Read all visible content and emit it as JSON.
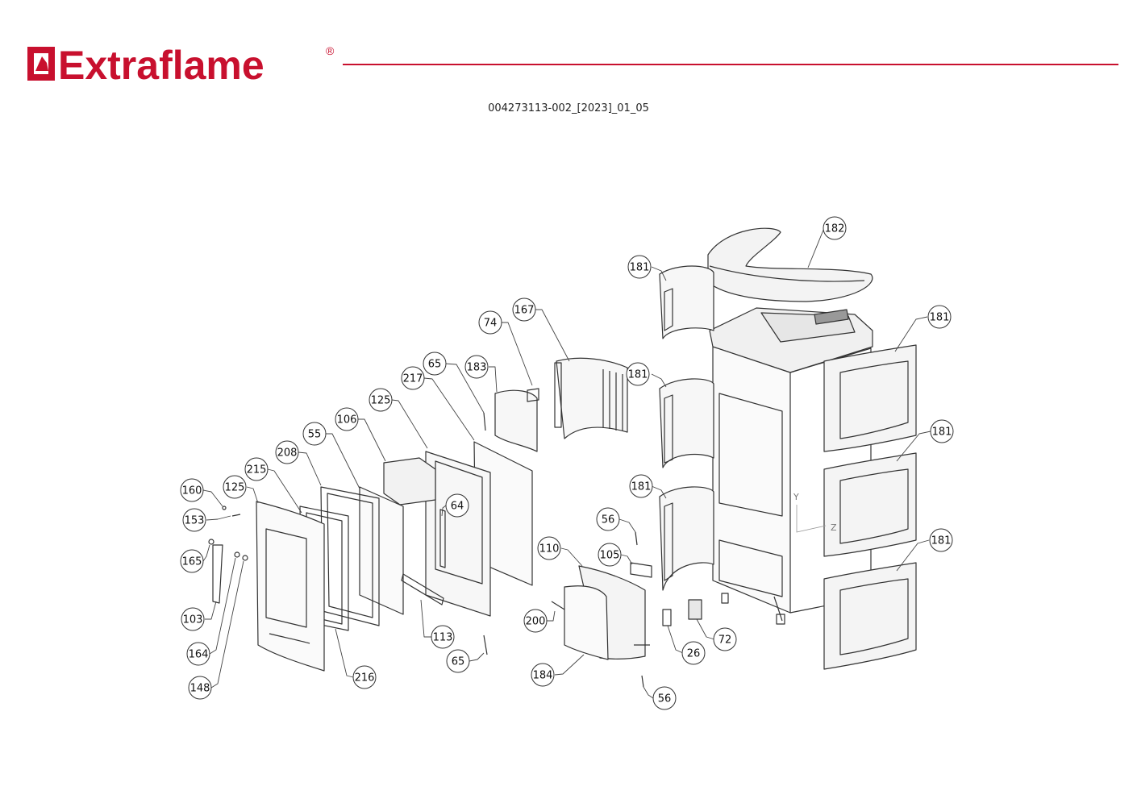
{
  "brand": {
    "name": "Extraflame",
    "registered": "®",
    "color": "#c8102e",
    "icon": "extraflame-square-flame-icon"
  },
  "document_code": "004273113-002_[2023]_01_05",
  "axis_labels": [
    "Y",
    "Z"
  ],
  "callouts": [
    {
      "id": "c182",
      "label": "182"
    },
    {
      "id": "c181a",
      "label": "181"
    },
    {
      "id": "c181b",
      "label": "181"
    },
    {
      "id": "c181c",
      "label": "181"
    },
    {
      "id": "c181d",
      "label": "181"
    },
    {
      "id": "c181e",
      "label": "181"
    },
    {
      "id": "c181f",
      "label": "181"
    },
    {
      "id": "c167",
      "label": "167"
    },
    {
      "id": "c74",
      "label": "74"
    },
    {
      "id": "c65a",
      "label": "65"
    },
    {
      "id": "c183",
      "label": "183"
    },
    {
      "id": "c217",
      "label": "217"
    },
    {
      "id": "c125a",
      "label": "125"
    },
    {
      "id": "c106",
      "label": "106"
    },
    {
      "id": "c55",
      "label": "55"
    },
    {
      "id": "c208",
      "label": "208"
    },
    {
      "id": "c215",
      "label": "215"
    },
    {
      "id": "c125b",
      "label": "125"
    },
    {
      "id": "c160",
      "label": "160"
    },
    {
      "id": "c153",
      "label": "153"
    },
    {
      "id": "c165",
      "label": "165"
    },
    {
      "id": "c103",
      "label": "103"
    },
    {
      "id": "c164",
      "label": "164"
    },
    {
      "id": "c148",
      "label": "148"
    },
    {
      "id": "c216",
      "label": "216"
    },
    {
      "id": "c64",
      "label": "64"
    },
    {
      "id": "c113",
      "label": "113"
    },
    {
      "id": "c65b",
      "label": "65"
    },
    {
      "id": "c56a",
      "label": "56"
    },
    {
      "id": "c105",
      "label": "105"
    },
    {
      "id": "c110",
      "label": "110"
    },
    {
      "id": "c200",
      "label": "200"
    },
    {
      "id": "c184",
      "label": "184"
    },
    {
      "id": "c26",
      "label": "26"
    },
    {
      "id": "c72",
      "label": "72"
    },
    {
      "id": "c56b",
      "label": "56"
    }
  ]
}
